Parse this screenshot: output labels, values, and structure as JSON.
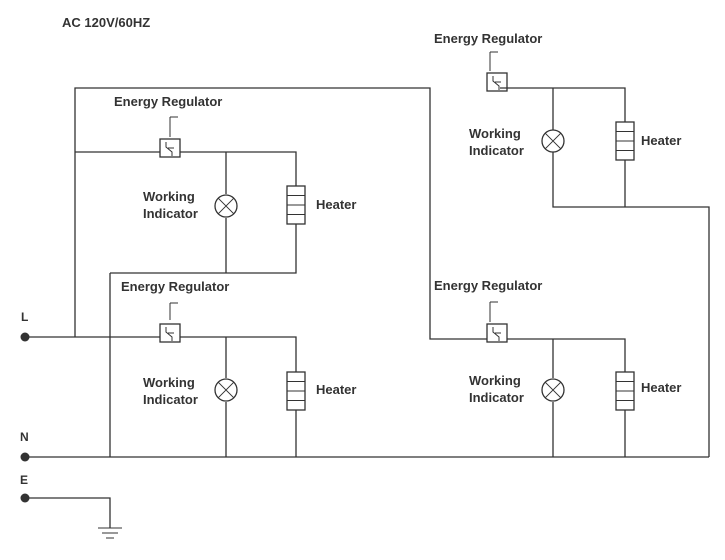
{
  "title": "AC 120V/60HZ",
  "terminals": {
    "l": "L",
    "n": "N",
    "e": "E"
  },
  "circuits": [
    {
      "regulator": "Energy Regulator",
      "indicator_line1": "Working",
      "indicator_line2": "Indicator",
      "heater": "Heater"
    },
    {
      "regulator": "Energy Regulator",
      "indicator_line1": "Working",
      "indicator_line2": "Indicator",
      "heater": "Heater"
    },
    {
      "regulator": "Energy Regulator",
      "indicator_line1": "Working",
      "indicator_line2": "Indicator",
      "heater": "Heater"
    },
    {
      "regulator": "Energy Regulator",
      "indicator_line1": "Working",
      "indicator_line2": "Indicator",
      "heater": "Heater"
    }
  ],
  "colors": {
    "line": "#333333",
    "text": "#333333",
    "background": "#ffffff"
  }
}
